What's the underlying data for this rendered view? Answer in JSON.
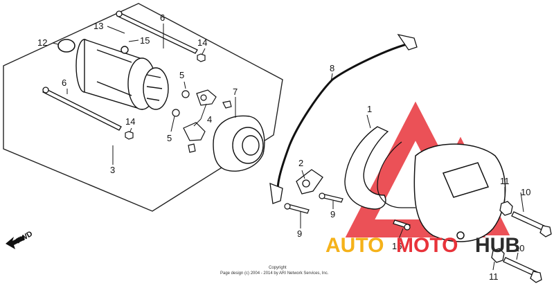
{
  "diagram": {
    "callouts": {
      "c1": "1",
      "c2": "2",
      "c3": "3",
      "c4": "4",
      "c5a": "5",
      "c5b": "5",
      "c6a": "6",
      "c6b": "6",
      "c7": "7",
      "c8": "8",
      "c9a": "9",
      "c9b": "9",
      "c10a": "10",
      "c10b": "10",
      "c11a": "11",
      "c11b": "11",
      "c12": "12",
      "c13": "13",
      "c14a": "14",
      "c14b": "14",
      "c15": "15",
      "c16": "16"
    },
    "direction_label": "FWD",
    "copyright_line1": "Copyright",
    "copyright_line2": "Page design (c) 2004 - 2014 by ARI Network Services, Inc."
  },
  "watermark": {
    "text_part1": "AUTO",
    "text_part2": "MOTO",
    "text_part3": "HUB",
    "color_red": "#e8333a",
    "color_yellow": "#f5b21a",
    "color_dark": "#2b2b2b"
  }
}
